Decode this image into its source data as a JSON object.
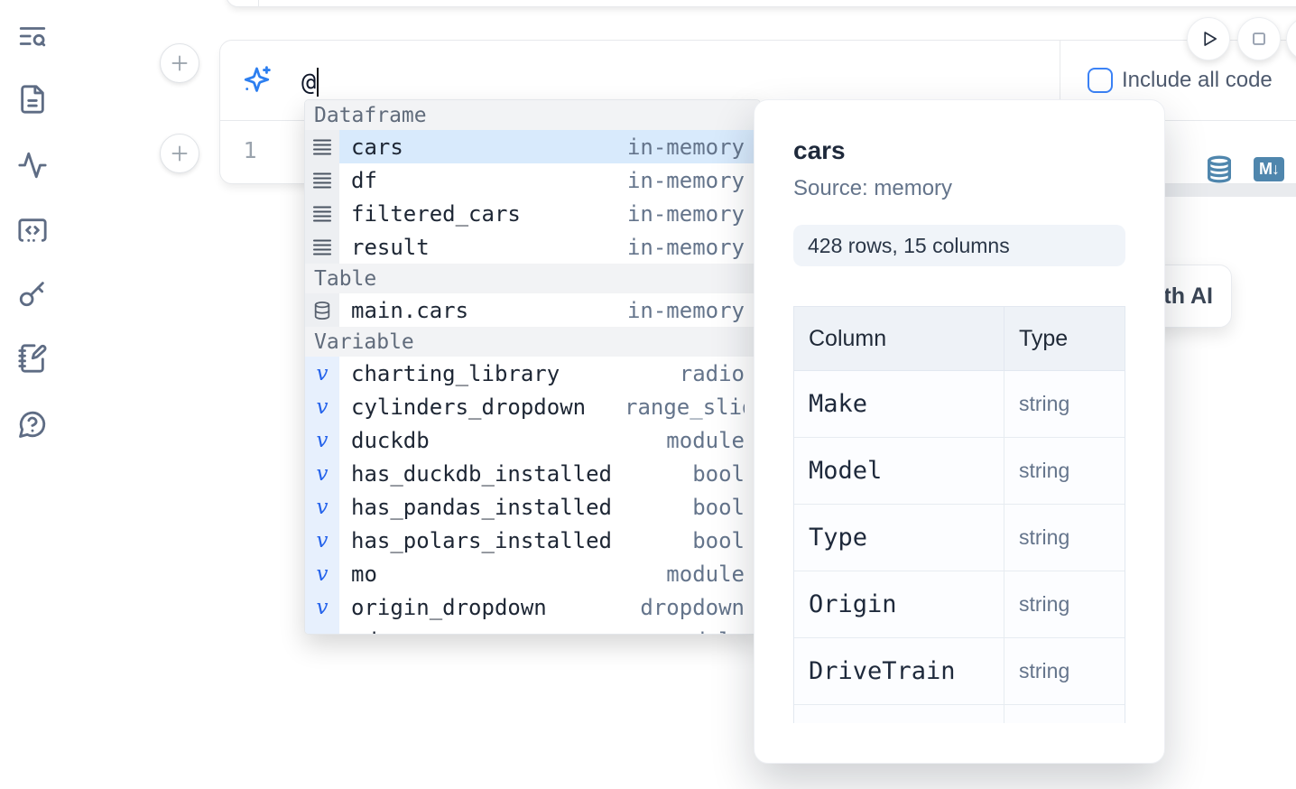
{
  "sidebar": {
    "icons": [
      "toc-search",
      "file",
      "activity",
      "snippets",
      "key",
      "scratchpad",
      "help"
    ]
  },
  "ai_prompt": {
    "value": "@"
  },
  "controls": {
    "include_all_code_label": "Include all code"
  },
  "editor": {
    "line_number": "1",
    "markdown_badge": "M↓"
  },
  "icons": {
    "variable_glyph": "v"
  },
  "autocomplete": {
    "sections": [
      {
        "label": "Dataframe",
        "items": [
          {
            "label": "cars",
            "detail": "in-memory",
            "selected": true
          },
          {
            "label": "df",
            "detail": "in-memory"
          },
          {
            "label": "filtered_cars",
            "detail": "in-memory"
          },
          {
            "label": "result",
            "detail": "in-memory"
          }
        ]
      },
      {
        "label": "Table",
        "items": [
          {
            "label": "main.cars",
            "detail": "in-memory"
          }
        ]
      },
      {
        "label": "Variable",
        "items": [
          {
            "label": "charting_library",
            "detail": "radio"
          },
          {
            "label": "cylinders_dropdown",
            "detail": "range_slider"
          },
          {
            "label": "duckdb",
            "detail": "module"
          },
          {
            "label": "has_duckdb_installed",
            "detail": "bool"
          },
          {
            "label": "has_pandas_installed",
            "detail": "bool"
          },
          {
            "label": "has_polars_installed",
            "detail": "bool"
          },
          {
            "label": "mo",
            "detail": "module"
          },
          {
            "label": "origin_dropdown",
            "detail": "dropdown"
          },
          {
            "label": "pd",
            "detail": "module"
          }
        ]
      }
    ]
  },
  "preview": {
    "title": "cars",
    "source": "Source: memory",
    "shape": "428 rows, 15 columns",
    "table": {
      "headers": [
        "Column",
        "Type"
      ],
      "rows": [
        [
          "Make",
          "string"
        ],
        [
          "Model",
          "string"
        ],
        [
          "Type",
          "string"
        ],
        [
          "Origin",
          "string"
        ],
        [
          "DriveTrain",
          "string"
        ],
        [
          "",
          ""
        ]
      ]
    }
  },
  "ai_card": {
    "label": "with AI"
  },
  "colors": {
    "accent_blue": "#3b82f6",
    "sparkle_blue": "#2d7ff0",
    "steel_blue": "#4f86ad",
    "selected_row": "#d8eafc",
    "slate_text": "#64748b",
    "dark_text": "#1e293b"
  }
}
